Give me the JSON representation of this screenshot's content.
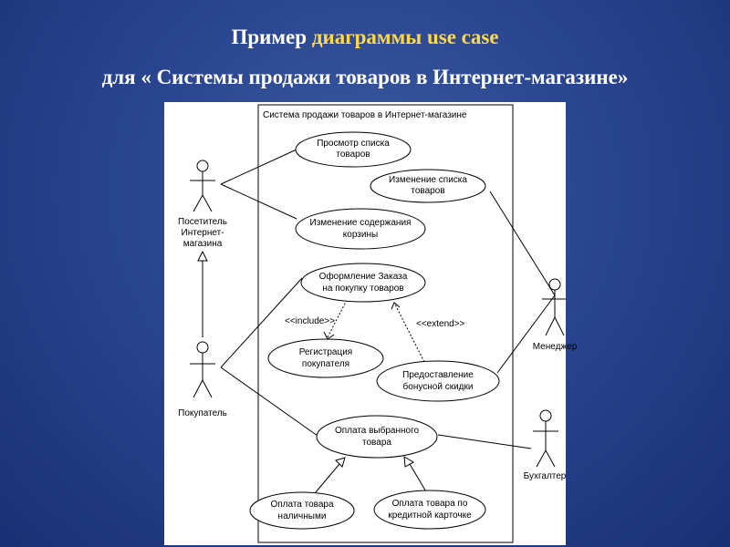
{
  "title": {
    "line1_prefix": "Пример ",
    "line1_highlight": "диаграммы use case",
    "line2": "для « Системы продажи товаров в Интернет-магазине»"
  },
  "diagram": {
    "system_label": "Система продажи товаров в Интернет-магазине",
    "actors": {
      "visitor": [
        "Посетитель",
        "Интернет-",
        "магазина"
      ],
      "buyer": [
        "Покупатель"
      ],
      "manager": [
        "Менеджер"
      ],
      "accountant": [
        "Бухгалтер"
      ]
    },
    "use_cases": {
      "view_list": [
        "Просмотр списка",
        "товаров"
      ],
      "edit_list": [
        "Изменение списка",
        "товаров"
      ],
      "edit_cart": [
        "Изменение содержания",
        "корзины"
      ],
      "place_order": [
        "Оформление Заказа",
        "на покупку товаров"
      ],
      "registration": [
        "Регистрация",
        "покупателя"
      ],
      "bonus_discount": [
        "Предоставление",
        "бонусной скидки"
      ],
      "payment": [
        "Оплата выбранного",
        "товара"
      ],
      "cash_payment": [
        "Оплата товара",
        "наличными"
      ],
      "card_payment": [
        "Оплата товара по",
        "кредитной карточке"
      ]
    },
    "stereotypes": {
      "include": "<<include>>",
      "extend": "<<extend>>"
    }
  }
}
